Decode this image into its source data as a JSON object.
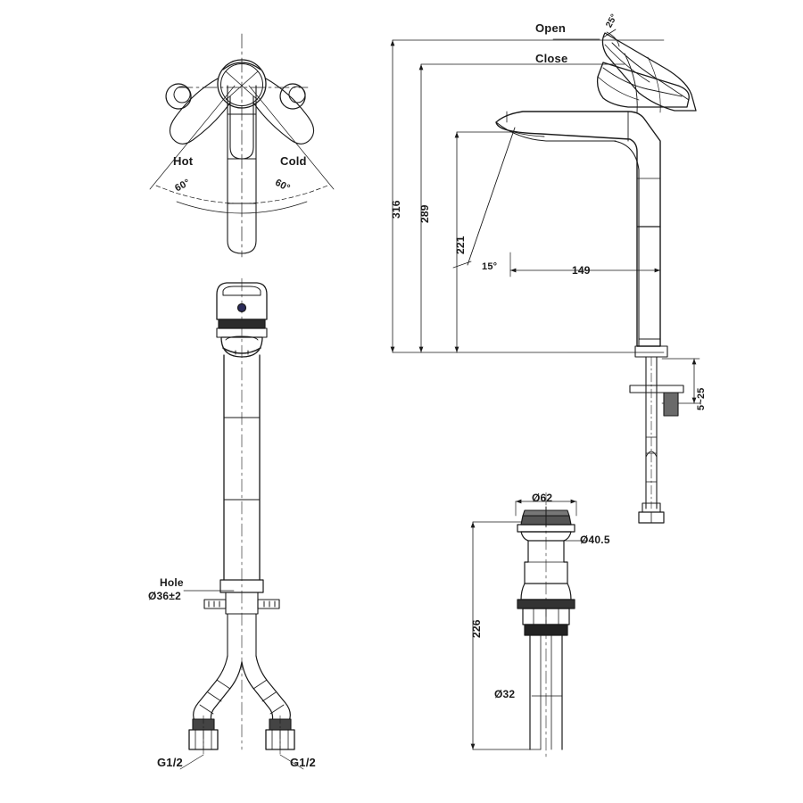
{
  "drawing": {
    "title": "Single lever basin mixer technical dimension drawing",
    "units": "mm",
    "line_color": "#1a1a1a",
    "background": "#ffffff"
  },
  "views": {
    "top_view": {
      "name": "handle-rotation-top-view",
      "labels": {
        "hot": "Hot",
        "cold": "Cold",
        "hot_angle": "60°",
        "cold_angle": "60°"
      }
    },
    "elevation_view": {
      "name": "faucet-elevation-view",
      "labels": {
        "open": "Open",
        "close": "Close",
        "lever_angle": "25°",
        "total_height": "316",
        "body_height": "289",
        "spout_height": "221",
        "spout_reach": "149",
        "spout_angle": "15°",
        "deck_thickness": "5~25"
      }
    },
    "body_view": {
      "name": "faucet-body-front-view",
      "labels": {
        "hole_line1": "Hole",
        "hole_line2": "Ø36±2",
        "inlet_left": "G1/2",
        "inlet_right": "G1/2"
      }
    },
    "drain_view": {
      "name": "pop-up-drain-view",
      "labels": {
        "cap_diameter": "Ø62",
        "body_diameter": "Ø40.5",
        "total_length": "226",
        "tail_diameter": "Ø32"
      }
    }
  }
}
